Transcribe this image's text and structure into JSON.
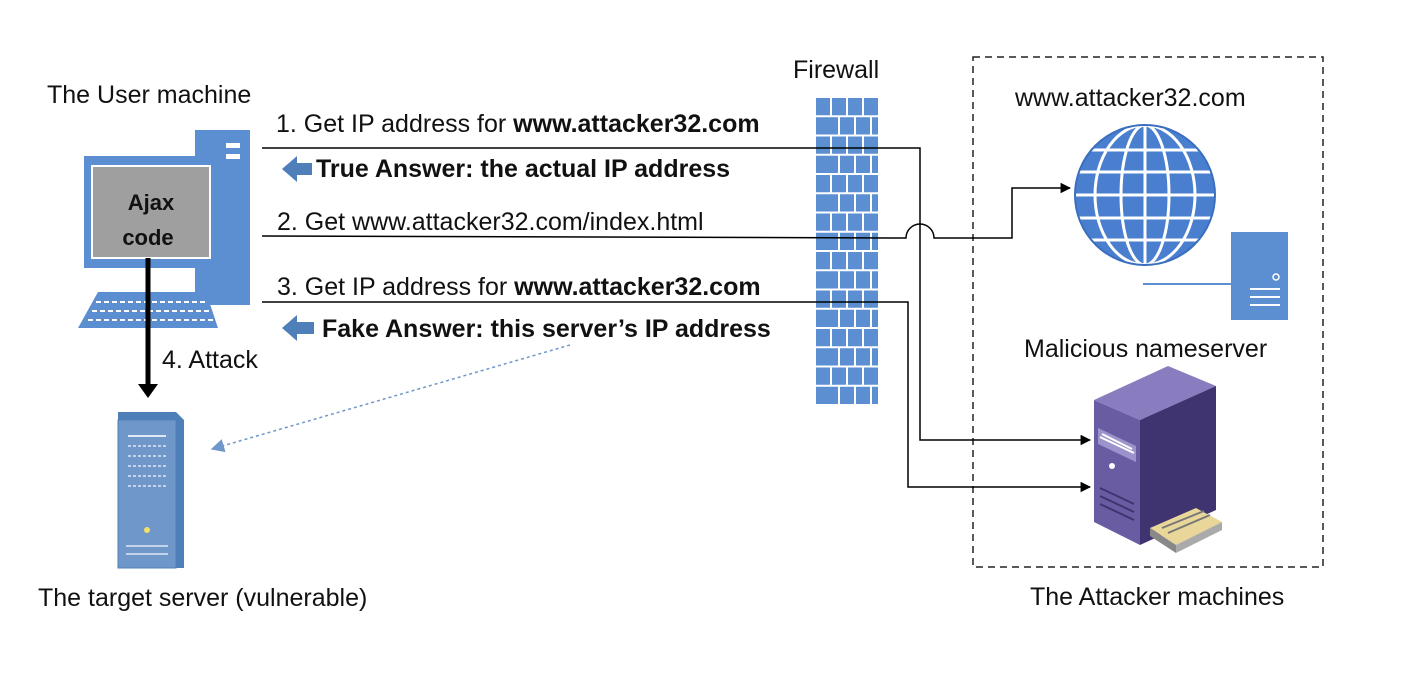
{
  "labels": {
    "user_machine": "The User machine",
    "target_server": "The target server (vulnerable)",
    "firewall": "Firewall",
    "attacker_domain": "www.attacker32.com",
    "malicious_nameserver": "Malicious nameserver",
    "attacker_machines": "The Attacker machines",
    "ajax_line1": "Ajax",
    "ajax_line2": "code"
  },
  "messages": {
    "step1_prefix": "1. Get IP address for ",
    "step1_domain": "www.attacker32.com",
    "true_answer": "True Answer: the actual IP address",
    "step2": "2. Get www.attacker32.com/index.html",
    "step3_prefix": "3. Get IP address for ",
    "step3_domain": "www.attacker32.com",
    "fake_answer": "Fake Answer: this server’s IP address",
    "step4": "4. Attack"
  },
  "colors": {
    "monitor_blue": "#5b8fd1",
    "monitor_screen": "#9f9f9f",
    "firewall_blue": "#5b8fd1",
    "globe_blue": "#4a7fcf",
    "answer_arrow": "#4f7fb8",
    "server_purple": "#5d4f91",
    "target_server_blue": "#6f97c9"
  },
  "icons": [
    "desktop-computer-icon",
    "firewall-icon",
    "globe-icon",
    "server-icon",
    "tower-server-icon",
    "target-server-icon"
  ]
}
